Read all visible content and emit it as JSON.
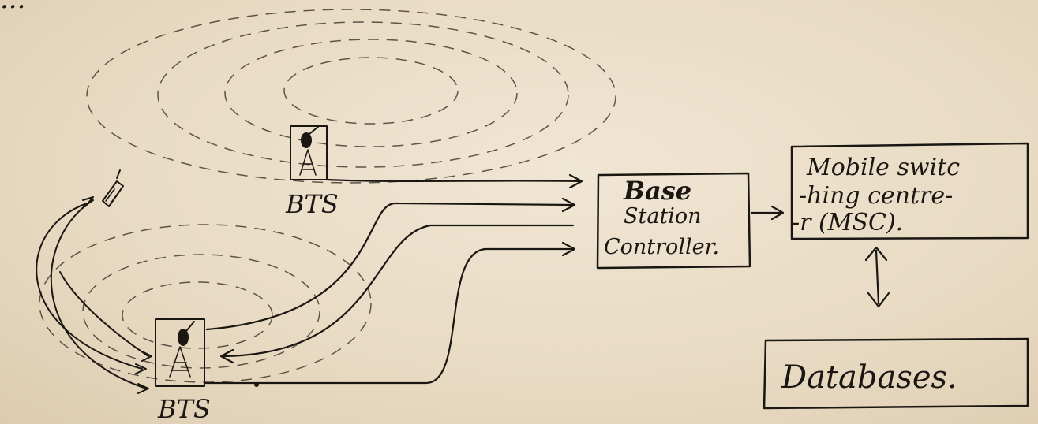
{
  "header_fragment": "...",
  "bts_top_label": "BTS",
  "bts_bottom_label": "BTS",
  "bsc": {
    "line1": "Base",
    "line2": "Station",
    "line3": "Controller."
  },
  "msc": {
    "line1": "Mobile switc",
    "line2": "-hing centre-",
    "line3": "-r (MSC)."
  },
  "databases": "Databases.",
  "ink_color": "#1a1612",
  "paper_color": "#ece1cd"
}
